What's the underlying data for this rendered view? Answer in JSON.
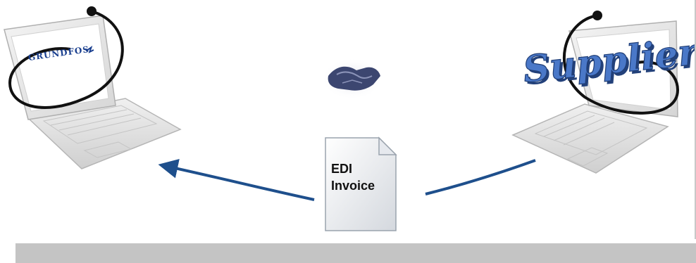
{
  "left_party": {
    "logo_text": "GRUNDFOS",
    "logo_color": "#1a3f8f"
  },
  "right_party": {
    "label": "Supplier",
    "label_color": "#3a64b8"
  },
  "document": {
    "line1": "EDI",
    "line2": "Invoice"
  },
  "colors": {
    "arrow": "#1e4f8c",
    "orbit": "#111111",
    "footer": "#c4c4c4"
  },
  "icons": {
    "handshake": "handshake-icon",
    "document": "document-icon",
    "laptop": "laptop-icon"
  }
}
